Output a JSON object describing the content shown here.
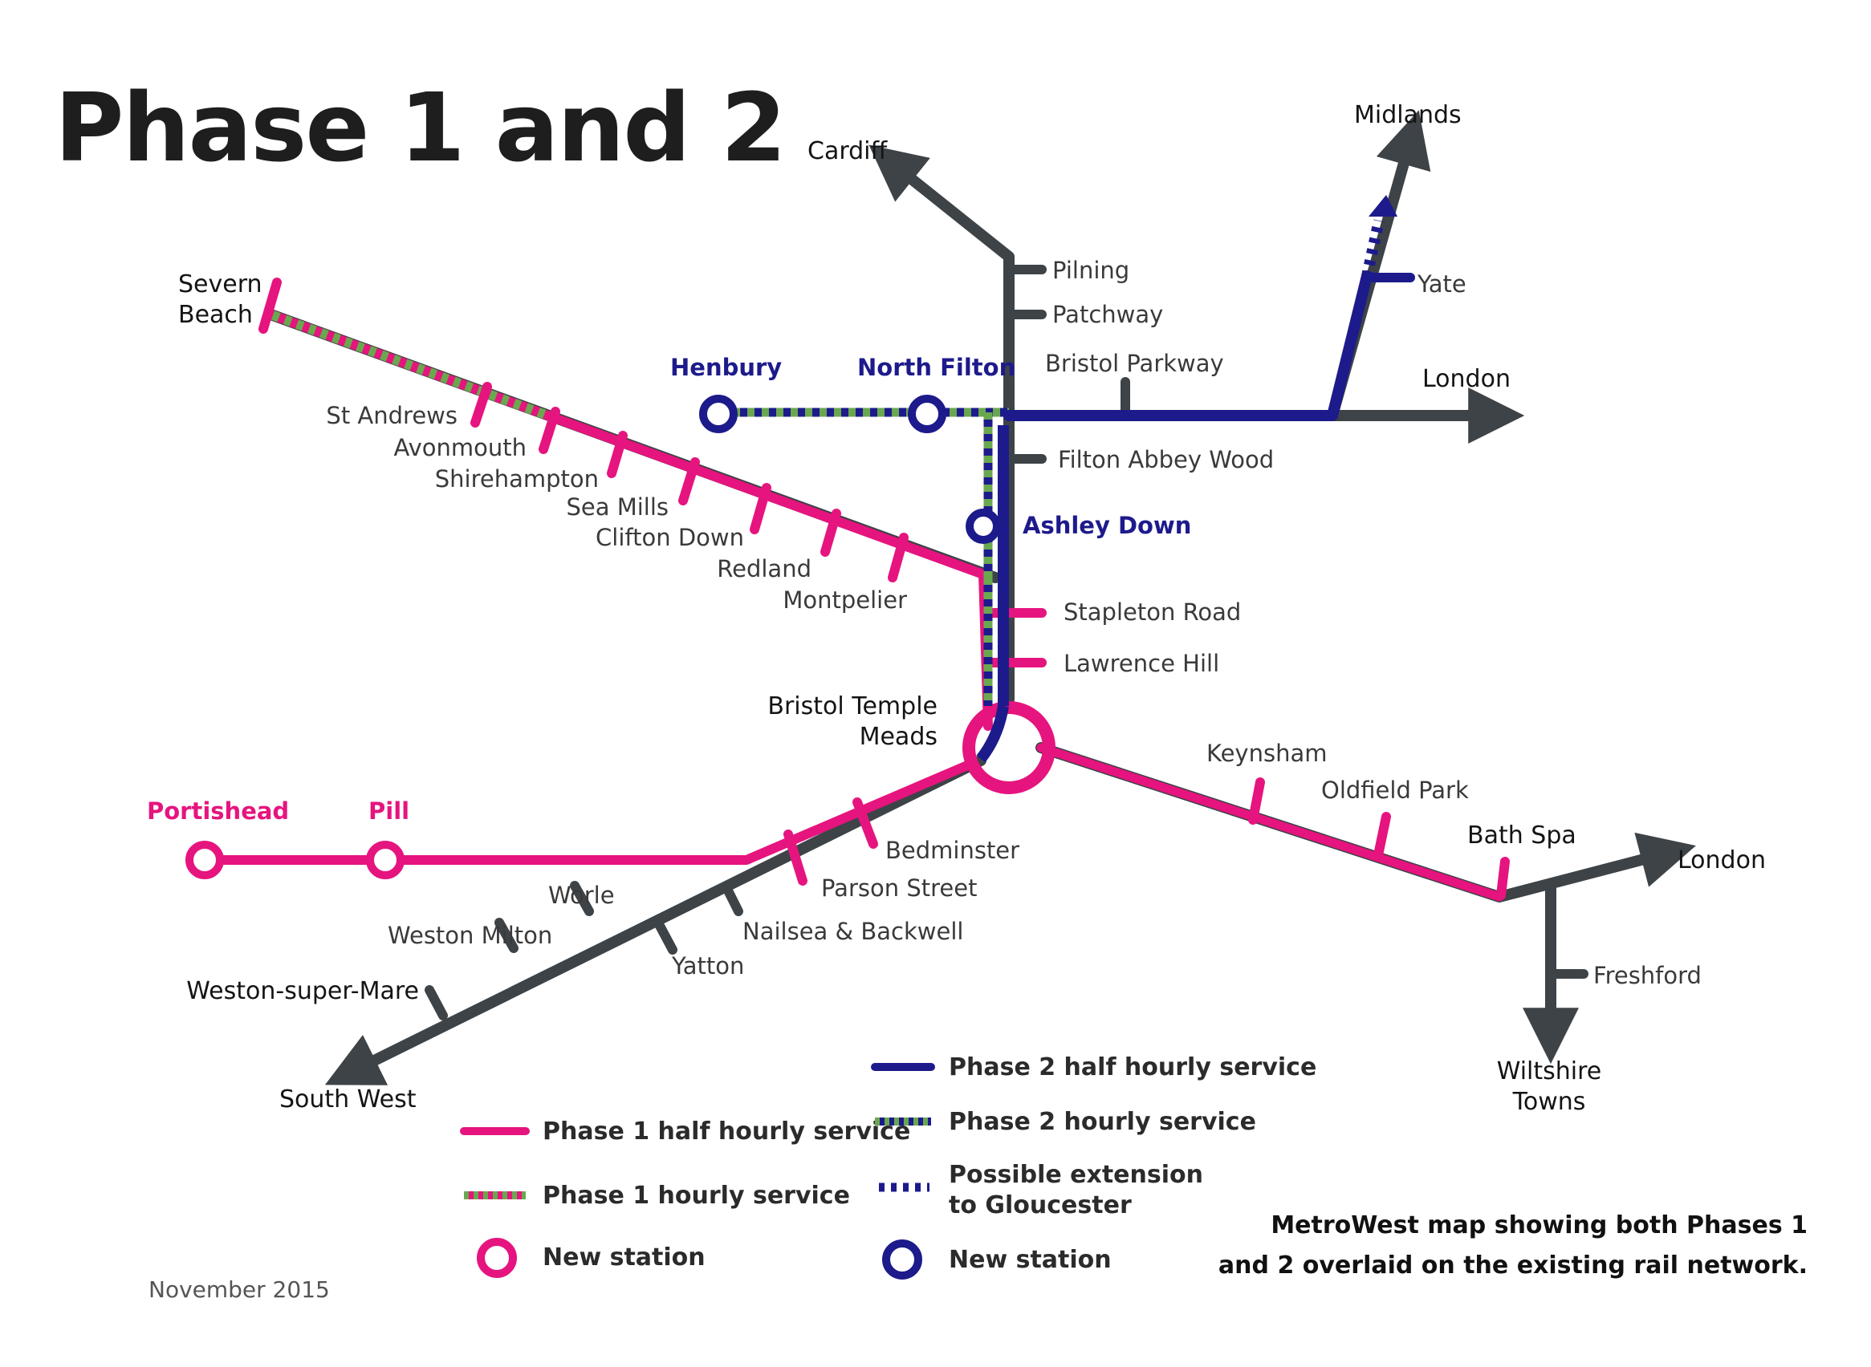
{
  "title": "Phase 1 and 2",
  "date": "November 2015",
  "caption": {
    "line1": "MetroWest map showing both Phases 1",
    "line2": "and 2 overlaid on the existing rail network."
  },
  "colors": {
    "existing_line": "#3d4347",
    "phase1": "#e6147e",
    "phase2": "#1d1a8c",
    "hourly_green": "#6aa84f"
  },
  "destinations": {
    "cardiff": "Cardiff",
    "midlands": "Midlands",
    "london_north": "London",
    "london_east": "London",
    "south_west": "South West",
    "wiltshire_1": "Wiltshire",
    "wiltshire_2": "Towns",
    "severn_1": "Severn",
    "severn_2": "Beach"
  },
  "stations": {
    "pilning": "Pilning",
    "patchway": "Patchway",
    "bristol_parkway": "Bristol Parkway",
    "yate": "Yate",
    "filton_abbey_wood": "Filton Abbey Wood",
    "stapleton_road": "Stapleton Road",
    "lawrence_hill": "Lawrence Hill",
    "temple_meads_1": "Bristol Temple",
    "temple_meads_2": "Meads",
    "st_andrews": "St Andrews",
    "avonmouth": "Avonmouth",
    "shirehampton": "Shirehampton",
    "sea_mills": "Sea Mills",
    "clifton_down": "Clifton Down",
    "redland": "Redland",
    "montpelier": "Montpelier",
    "keynsham": "Keynsham",
    "oldfield_park": "Oldfield Park",
    "bath_spa": "Bath Spa",
    "freshford": "Freshford",
    "bedminster": "Bedminster",
    "parson_street": "Parson Street",
    "nailsea_backwell": "Nailsea & Backwell",
    "yatton": "Yatton",
    "worle": "Worle",
    "weston_milton": "Weston Milton",
    "weston_super_mare": "Weston-super-Mare"
  },
  "new_stations": {
    "henbury": "Henbury",
    "north_filton": "North Filton",
    "ashley_down": "Ashley Down",
    "portishead": "Portishead",
    "pill": "Pill"
  },
  "legend": {
    "phase1_half_hourly": "Phase 1 half hourly service",
    "phase1_hourly": "Phase 1 hourly service",
    "phase1_new_station": "New station",
    "phase2_half_hourly": "Phase 2 half hourly service",
    "phase2_hourly": "Phase 2 hourly service",
    "extension_1": "Possible extension",
    "extension_2": "to Gloucester",
    "phase2_new_station": "New station"
  }
}
